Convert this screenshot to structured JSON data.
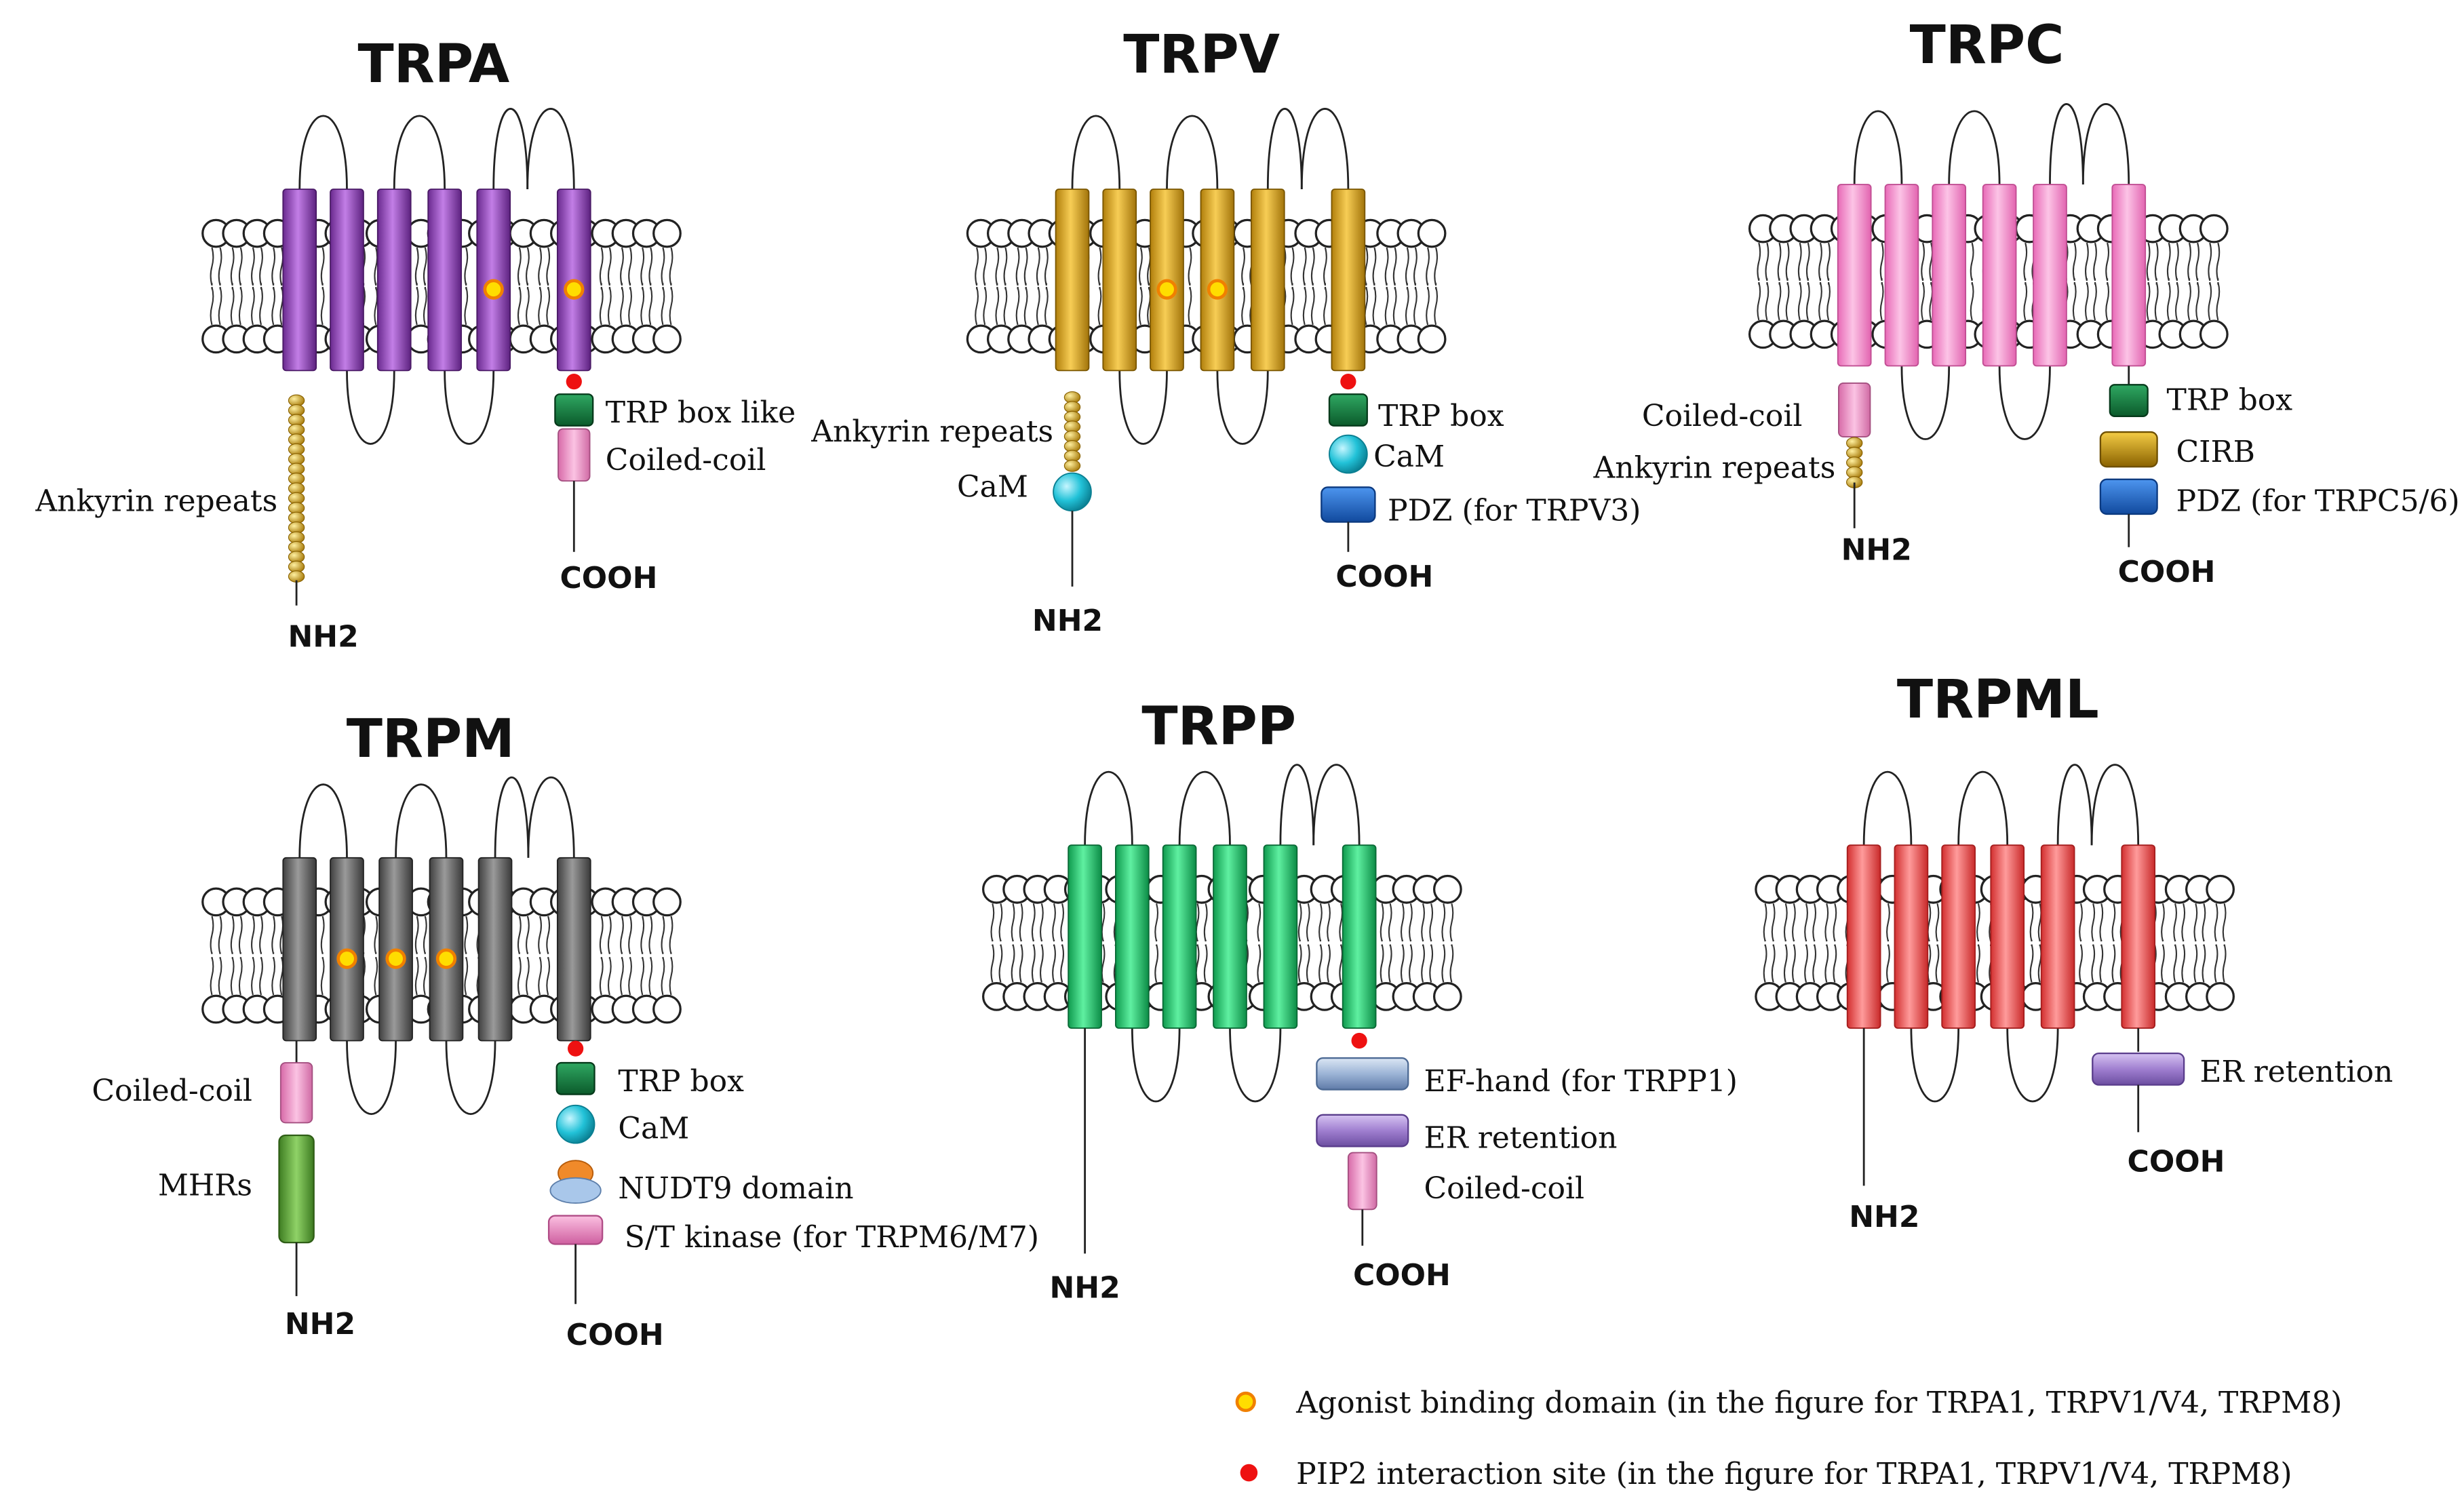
{
  "colors": {
    "TRPA": "#9b4fc2",
    "TRPV": "#e0a71a",
    "TRPC": "#f586c9",
    "TRPM": "#6e6e6e",
    "TRPP": "#1fcf6f",
    "TRPML": "#f25555",
    "agonist_fill": "#ffdd00",
    "agonist_stroke": "#f08000",
    "pip2": "#ee1111",
    "trp_box": "#137a3c",
    "cam": "#22c2d8",
    "pdz": "#1f63c8",
    "cirb": "#b88a10",
    "coiled_coil": "#f08fc9",
    "mhr": "#5ea83a",
    "er_retention": "#a98ad6",
    "ef_hand": "#9cb4d6",
    "ankyrin": "#d2a21e"
  },
  "legend": {
    "agonist": "Agonist binding domain (in the figure for TRPA1, TRPV1/V4, TRPM8)",
    "pip2": "PIP2 interaction site  (in the figure for TRPA1, TRPV1/V4, TRPM8)"
  },
  "icons": [
    "agonist-site-icon",
    "pip2-site-icon",
    "trp-box-icon",
    "cam-icon",
    "pdz-icon",
    "cirb-icon",
    "nudt9-icon"
  ],
  "channels": [
    {
      "name": "TRPA",
      "labels": {
        "nh2": "NH2",
        "cooh": "COOH",
        "ankyrin": "Ankyrin repeats",
        "trp_box": "TRP box like",
        "coiled_coil": "Coiled-coil"
      }
    },
    {
      "name": "TRPV",
      "labels": {
        "nh2": "NH2",
        "cooh": "COOH",
        "ankyrin": "Ankyrin repeats",
        "cam_n": "CaM",
        "trp_box": "TRP box",
        "cam_c": "CaM",
        "pdz": "PDZ (for TRPV3)"
      }
    },
    {
      "name": "TRPC",
      "labels": {
        "nh2": "NH2",
        "cooh": "COOH",
        "coiled_coil": "Coiled-coil",
        "ankyrin": "Ankyrin repeats",
        "trp_box": "TRP box",
        "cirb": "CIRB",
        "pdz": "PDZ (for TRPC5/6)"
      }
    },
    {
      "name": "TRPM",
      "labels": {
        "nh2": "NH2",
        "cooh": "COOH",
        "coiled_coil": "Coiled-coil",
        "mhrs": "MHRs",
        "trp_box": "TRP box",
        "cam": "CaM",
        "nudt9": "NUDT9 domain",
        "kinase": "S/T kinase (for TRPM6/M7)"
      }
    },
    {
      "name": "TRPP",
      "labels": {
        "nh2": "NH2",
        "cooh": "COOH",
        "ef_hand": "EF-hand (for TRPP1)",
        "er_retention": "ER retention",
        "coiled_coil": "Coiled-coil"
      }
    },
    {
      "name": "TRPML",
      "labels": {
        "nh2": "NH2",
        "cooh": "COOH",
        "er_retention": "ER retention"
      }
    }
  ]
}
